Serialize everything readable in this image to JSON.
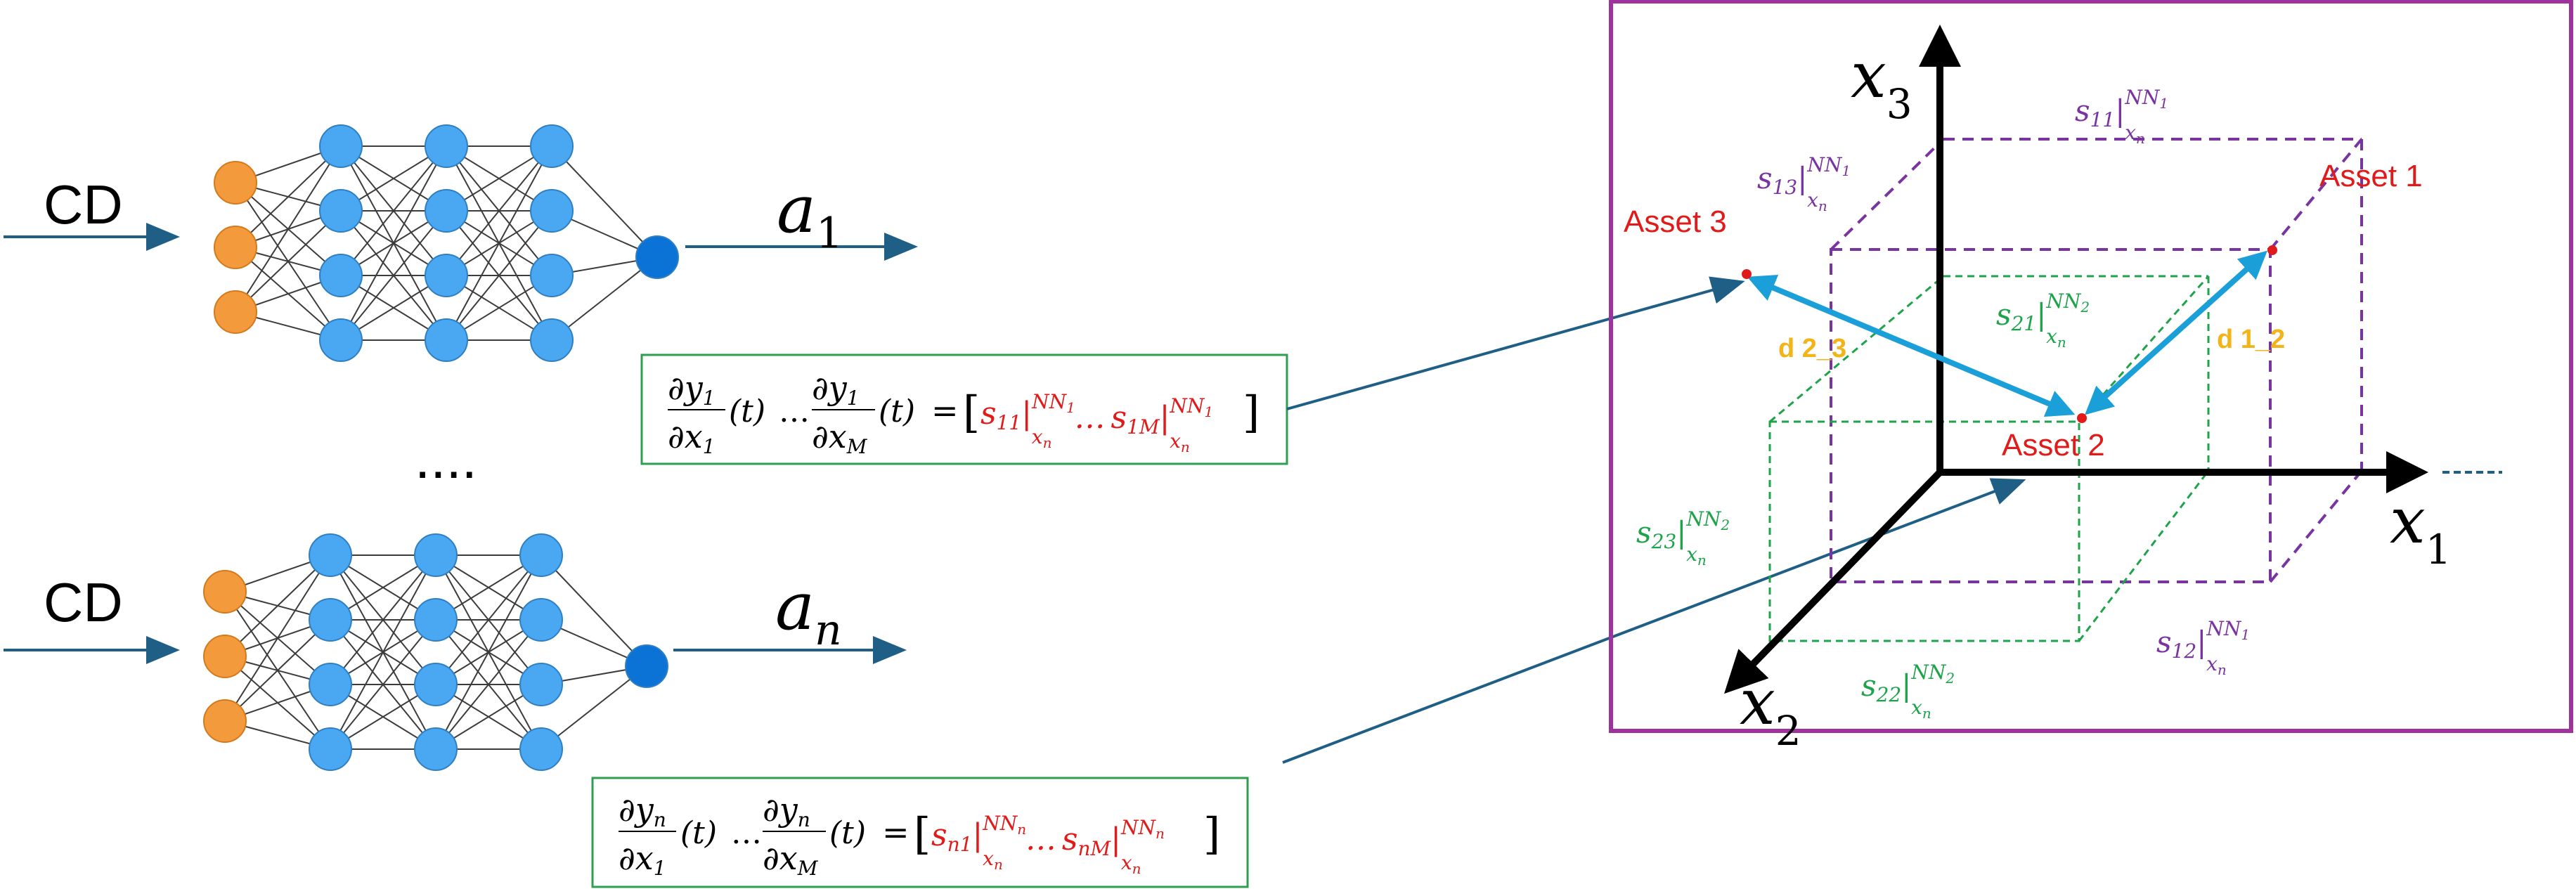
{
  "networks": [
    {
      "input_label": "CD",
      "output_label": "a",
      "output_sub": "1"
    },
    {
      "input_label": "CD",
      "output_label": "a",
      "output_sub": "n"
    }
  ],
  "ellipsis": "....",
  "formulas": [
    {
      "y": "y",
      "y_sub": "1",
      "s_sub_a": "11",
      "s_sub_b": "1M",
      "nn_sub": "1"
    },
    {
      "y": "y",
      "y_sub": "n",
      "s_sub_a": "n1",
      "s_sub_b": "nM",
      "nn_sub": "n"
    }
  ],
  "formula_parts": {
    "partial": "∂",
    "x": "x",
    "x1_sub": "1",
    "xM_sub": "M",
    "t": "(t)",
    "dots": "…",
    "eq": "=",
    "lbr": "[",
    "rbr": "]",
    "s": "s",
    "NN": "NN",
    "xn_sub": "n"
  },
  "axes": {
    "x1": {
      "label": "x",
      "sub": "1"
    },
    "x2": {
      "label": "x",
      "sub": "2"
    },
    "x3": {
      "label": "x",
      "sub": "3"
    }
  },
  "assets": [
    {
      "label": "Asset 1"
    },
    {
      "label": "Asset 2"
    },
    {
      "label": "Asset 3"
    }
  ],
  "distances": [
    {
      "label": "d 1_2"
    },
    {
      "label": "d 2_3"
    }
  ],
  "sensitivity_labels": [
    {
      "id": "s11",
      "sub": "11",
      "nn": "1",
      "group": "purple"
    },
    {
      "id": "s13",
      "sub": "13",
      "nn": "1",
      "group": "purple"
    },
    {
      "id": "s12",
      "sub": "12",
      "nn": "1",
      "group": "purple"
    },
    {
      "id": "s21",
      "sub": "21",
      "nn": "2",
      "group": "green"
    },
    {
      "id": "s23",
      "sub": "23",
      "nn": "2",
      "group": "green"
    },
    {
      "id": "s22",
      "sub": "22",
      "nn": "2",
      "group": "green"
    }
  ],
  "colors": {
    "orange_node": "#f39a3c",
    "blue_node": "#4aa8f2",
    "output_node": "#0b72d6",
    "arrow": "#1f5f86",
    "formula_border": "#2e9e4f",
    "frame": "#a0329e",
    "purple": "#7a34a0",
    "green": "#1ea34a",
    "red": "#e11a1a",
    "asset_arrow": "#1a9fd8",
    "distance": "#f2b418",
    "axis": "#000000"
  }
}
